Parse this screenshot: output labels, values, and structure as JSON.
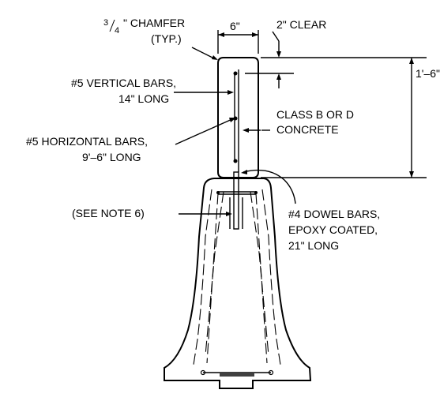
{
  "labels": {
    "chamfer_num": "3",
    "chamfer_den": "4",
    "chamfer_rest": "\" CHAMFER",
    "chamfer_typ": "(TYP.)",
    "width": "6\"",
    "clear": "2\" CLEAR",
    "vertical_bars_1": "#5 VERTICAL BARS,",
    "vertical_bars_2": "14\" LONG",
    "height": "1'–6\"",
    "concrete_1": "CLASS B OR D",
    "concrete_2": "CONCRETE",
    "horizontal_bars_1": "#5 HORIZONTAL BARS,",
    "horizontal_bars_2": "9'–6\" LONG",
    "see_note": "(SEE NOTE 6)",
    "dowel_1": "#4 DOWEL BARS,",
    "dowel_2": "EPOXY COATED,",
    "dowel_3": "21\" LONG"
  }
}
